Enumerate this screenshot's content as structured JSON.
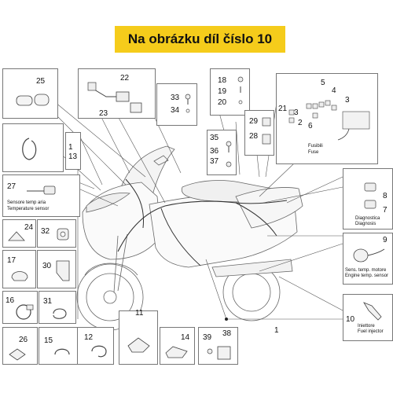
{
  "banner": {
    "text": "Na obrázku díl číslo 10"
  },
  "callouts": {
    "n1": "1",
    "n2": "2",
    "n3": "3",
    "n3b": "3",
    "n4": "4",
    "n5": "5",
    "n6": "6",
    "n7": "7",
    "n8": "8",
    "n9": "9",
    "n10": "10",
    "n11": "11",
    "n12": "12",
    "n13": "13",
    "n1b": "1",
    "n14": "14",
    "n15": "15",
    "n16": "16",
    "n17": "17",
    "n18": "18",
    "n19": "19",
    "n20": "20",
    "n21": "21",
    "n22": "22",
    "n23": "23",
    "n24": "24",
    "n25": "25",
    "n26": "26",
    "n27": "27",
    "n28": "28",
    "n29": "29",
    "n30": "30",
    "n31": "31",
    "n32": "32",
    "n33": "33",
    "n34": "34",
    "n35": "35",
    "n36": "36",
    "n37": "37",
    "n38": "38",
    "n39": "39"
  },
  "labels": {
    "fuse_it": "Fusibili",
    "fuse_en": "Fuse",
    "temp_it": "Sensore temp aria",
    "temp_en": "Temperature sensor",
    "diag_it": "Diagnostica",
    "diag_en": "Diagnosis",
    "engine_it": "Sens. temp. motore",
    "engine_en": "Engine temp. sensor",
    "inj_it": "Iniettore",
    "inj_en": "Fuel injector"
  },
  "colors": {
    "banner": "#f5cc1b",
    "line": "#555555"
  }
}
